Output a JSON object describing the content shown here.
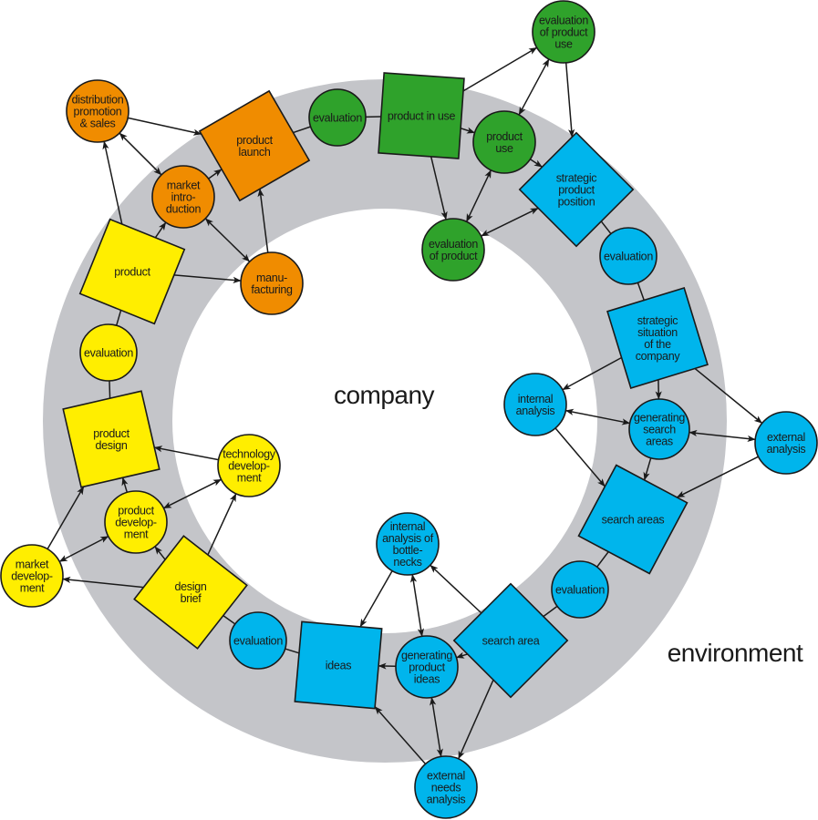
{
  "diagram": {
    "center_label": "company",
    "outer_label": "environment",
    "ring_color": "#c4c5c9",
    "phase_colors": {
      "orange": "#f08c00",
      "green": "#2fa22b",
      "blue": "#00b5ec",
      "yellow": "#ffee00"
    },
    "nodes": [
      {
        "id": "product_in_use",
        "shape": "square",
        "color": "green",
        "lines": [
          "product in use"
        ]
      },
      {
        "id": "eval_green",
        "shape": "circle",
        "color": "green",
        "lines": [
          "evaluation"
        ]
      },
      {
        "id": "product_use",
        "shape": "circle",
        "color": "green",
        "lines": [
          "product",
          "use"
        ]
      },
      {
        "id": "eval_product_use",
        "shape": "circle",
        "color": "green",
        "lines": [
          "evaluation",
          "of product",
          "use"
        ]
      },
      {
        "id": "eval_product",
        "shape": "circle",
        "color": "green",
        "lines": [
          "evaluation",
          "of product"
        ]
      },
      {
        "id": "strategic_product_position",
        "shape": "square",
        "color": "blue",
        "lines": [
          "strategic",
          "product",
          "position"
        ]
      },
      {
        "id": "eval_blue_1",
        "shape": "circle",
        "color": "blue",
        "lines": [
          "evaluation"
        ]
      },
      {
        "id": "strategic_situation",
        "shape": "square",
        "color": "blue",
        "lines": [
          "strategic",
          "situation",
          "of the",
          "company"
        ]
      },
      {
        "id": "internal_analysis",
        "shape": "circle",
        "color": "blue",
        "lines": [
          "internal",
          "analysis"
        ]
      },
      {
        "id": "generating_search_areas",
        "shape": "circle",
        "color": "blue",
        "lines": [
          "generating",
          "search",
          "areas"
        ]
      },
      {
        "id": "external_analysis",
        "shape": "circle",
        "color": "blue",
        "lines": [
          "external",
          "analysis"
        ]
      },
      {
        "id": "search_areas",
        "shape": "square",
        "color": "blue",
        "lines": [
          "search areas"
        ]
      },
      {
        "id": "eval_blue_2",
        "shape": "circle",
        "color": "blue",
        "lines": [
          "evaluation"
        ]
      },
      {
        "id": "search_area",
        "shape": "square",
        "color": "blue",
        "lines": [
          "search area"
        ]
      },
      {
        "id": "internal_bottlenecks",
        "shape": "circle",
        "color": "blue",
        "lines": [
          "internal",
          "analysis of",
          "bottle-",
          "necks"
        ]
      },
      {
        "id": "generating_product_ideas",
        "shape": "circle",
        "color": "blue",
        "lines": [
          "generating",
          "product",
          "ideas"
        ]
      },
      {
        "id": "external_needs",
        "shape": "circle",
        "color": "blue",
        "lines": [
          "external",
          "needs",
          "analysis"
        ]
      },
      {
        "id": "ideas",
        "shape": "square",
        "color": "blue",
        "lines": [
          "ideas"
        ]
      },
      {
        "id": "eval_blue_3",
        "shape": "circle",
        "color": "blue",
        "lines": [
          "evaluation"
        ]
      },
      {
        "id": "design_brief",
        "shape": "square",
        "color": "yellow",
        "lines": [
          "design",
          "brief"
        ]
      },
      {
        "id": "product_development",
        "shape": "circle",
        "color": "yellow",
        "lines": [
          "product",
          "develop-",
          "ment"
        ]
      },
      {
        "id": "technology_development",
        "shape": "circle",
        "color": "yellow",
        "lines": [
          "technology",
          "develop-",
          "ment"
        ]
      },
      {
        "id": "market_development",
        "shape": "circle",
        "color": "yellow",
        "lines": [
          "market",
          "develop-",
          "ment"
        ]
      },
      {
        "id": "product_design",
        "shape": "square",
        "color": "yellow",
        "lines": [
          "product",
          "design"
        ]
      },
      {
        "id": "eval_yellow",
        "shape": "circle",
        "color": "yellow",
        "lines": [
          "evaluation"
        ]
      },
      {
        "id": "product",
        "shape": "square",
        "color": "yellow",
        "lines": [
          "product"
        ]
      },
      {
        "id": "market_introduction",
        "shape": "circle",
        "color": "orange",
        "lines": [
          "market",
          "intro-",
          "duction"
        ]
      },
      {
        "id": "manufacturing",
        "shape": "circle",
        "color": "orange",
        "lines": [
          "manu-",
          "facturing"
        ]
      },
      {
        "id": "distribution",
        "shape": "circle",
        "color": "orange",
        "lines": [
          "distribution",
          "promotion",
          "& sales"
        ]
      },
      {
        "id": "product_launch",
        "shape": "square",
        "color": "orange",
        "lines": [
          "product",
          "launch"
        ]
      }
    ],
    "edges": [
      {
        "from": "product_launch",
        "to": "eval_green",
        "type": "line"
      },
      {
        "from": "eval_green",
        "to": "product_in_use",
        "type": "line"
      },
      {
        "from": "product_in_use",
        "to": "eval_product_use",
        "type": "arrow"
      },
      {
        "from": "product_in_use",
        "to": "product_use",
        "type": "arrow"
      },
      {
        "from": "product_in_use",
        "to": "eval_product",
        "type": "arrow"
      },
      {
        "from": "eval_product_use",
        "to": "product_use",
        "type": "double"
      },
      {
        "from": "eval_product_use",
        "to": "strategic_product_position",
        "type": "arrow"
      },
      {
        "from": "product_use",
        "to": "strategic_product_position",
        "type": "arrow"
      },
      {
        "from": "product_use",
        "to": "eval_product",
        "type": "double"
      },
      {
        "from": "eval_product",
        "to": "strategic_product_position",
        "type": "double"
      },
      {
        "from": "strategic_product_position",
        "to": "eval_blue_1",
        "type": "line"
      },
      {
        "from": "eval_blue_1",
        "to": "strategic_situation",
        "type": "line"
      },
      {
        "from": "strategic_situation",
        "to": "internal_analysis",
        "type": "arrow"
      },
      {
        "from": "strategic_situation",
        "to": "generating_search_areas",
        "type": "arrow"
      },
      {
        "from": "strategic_situation",
        "to": "external_analysis",
        "type": "arrow"
      },
      {
        "from": "internal_analysis",
        "to": "generating_search_areas",
        "type": "double"
      },
      {
        "from": "generating_search_areas",
        "to": "external_analysis",
        "type": "double"
      },
      {
        "from": "internal_analysis",
        "to": "search_areas",
        "type": "arrow"
      },
      {
        "from": "generating_search_areas",
        "to": "search_areas",
        "type": "arrow"
      },
      {
        "from": "external_analysis",
        "to": "search_areas",
        "type": "arrow"
      },
      {
        "from": "search_areas",
        "to": "eval_blue_2",
        "type": "line"
      },
      {
        "from": "eval_blue_2",
        "to": "search_area",
        "type": "line"
      },
      {
        "from": "search_area",
        "to": "internal_bottlenecks",
        "type": "arrow"
      },
      {
        "from": "search_area",
        "to": "generating_product_ideas",
        "type": "arrow"
      },
      {
        "from": "search_area",
        "to": "external_needs",
        "type": "arrow"
      },
      {
        "from": "internal_bottlenecks",
        "to": "generating_product_ideas",
        "type": "double"
      },
      {
        "from": "generating_product_ideas",
        "to": "external_needs",
        "type": "double"
      },
      {
        "from": "internal_bottlenecks",
        "to": "ideas",
        "type": "arrow"
      },
      {
        "from": "generating_product_ideas",
        "to": "ideas",
        "type": "arrow"
      },
      {
        "from": "external_needs",
        "to": "ideas",
        "type": "arrow"
      },
      {
        "from": "ideas",
        "to": "eval_blue_3",
        "type": "line"
      },
      {
        "from": "eval_blue_3",
        "to": "design_brief",
        "type": "line"
      },
      {
        "from": "design_brief",
        "to": "product_development",
        "type": "arrow"
      },
      {
        "from": "design_brief",
        "to": "technology_development",
        "type": "arrow"
      },
      {
        "from": "design_brief",
        "to": "market_development",
        "type": "arrow"
      },
      {
        "from": "product_development",
        "to": "technology_development",
        "type": "double"
      },
      {
        "from": "product_development",
        "to": "market_development",
        "type": "double"
      },
      {
        "from": "product_development",
        "to": "product_design",
        "type": "arrow"
      },
      {
        "from": "technology_development",
        "to": "product_design",
        "type": "arrow"
      },
      {
        "from": "market_development",
        "to": "product_design",
        "type": "arrow"
      },
      {
        "from": "product_design",
        "to": "eval_yellow",
        "type": "line"
      },
      {
        "from": "eval_yellow",
        "to": "product",
        "type": "line"
      },
      {
        "from": "product",
        "to": "market_introduction",
        "type": "arrow"
      },
      {
        "from": "product",
        "to": "distribution",
        "type": "arrow"
      },
      {
        "from": "product",
        "to": "manufacturing",
        "type": "arrow"
      },
      {
        "from": "market_introduction",
        "to": "distribution",
        "type": "double"
      },
      {
        "from": "market_introduction",
        "to": "manufacturing",
        "type": "double"
      },
      {
        "from": "market_introduction",
        "to": "product_launch",
        "type": "arrow"
      },
      {
        "from": "distribution",
        "to": "product_launch",
        "type": "arrow"
      },
      {
        "from": "manufacturing",
        "to": "product_launch",
        "type": "arrow"
      }
    ]
  }
}
